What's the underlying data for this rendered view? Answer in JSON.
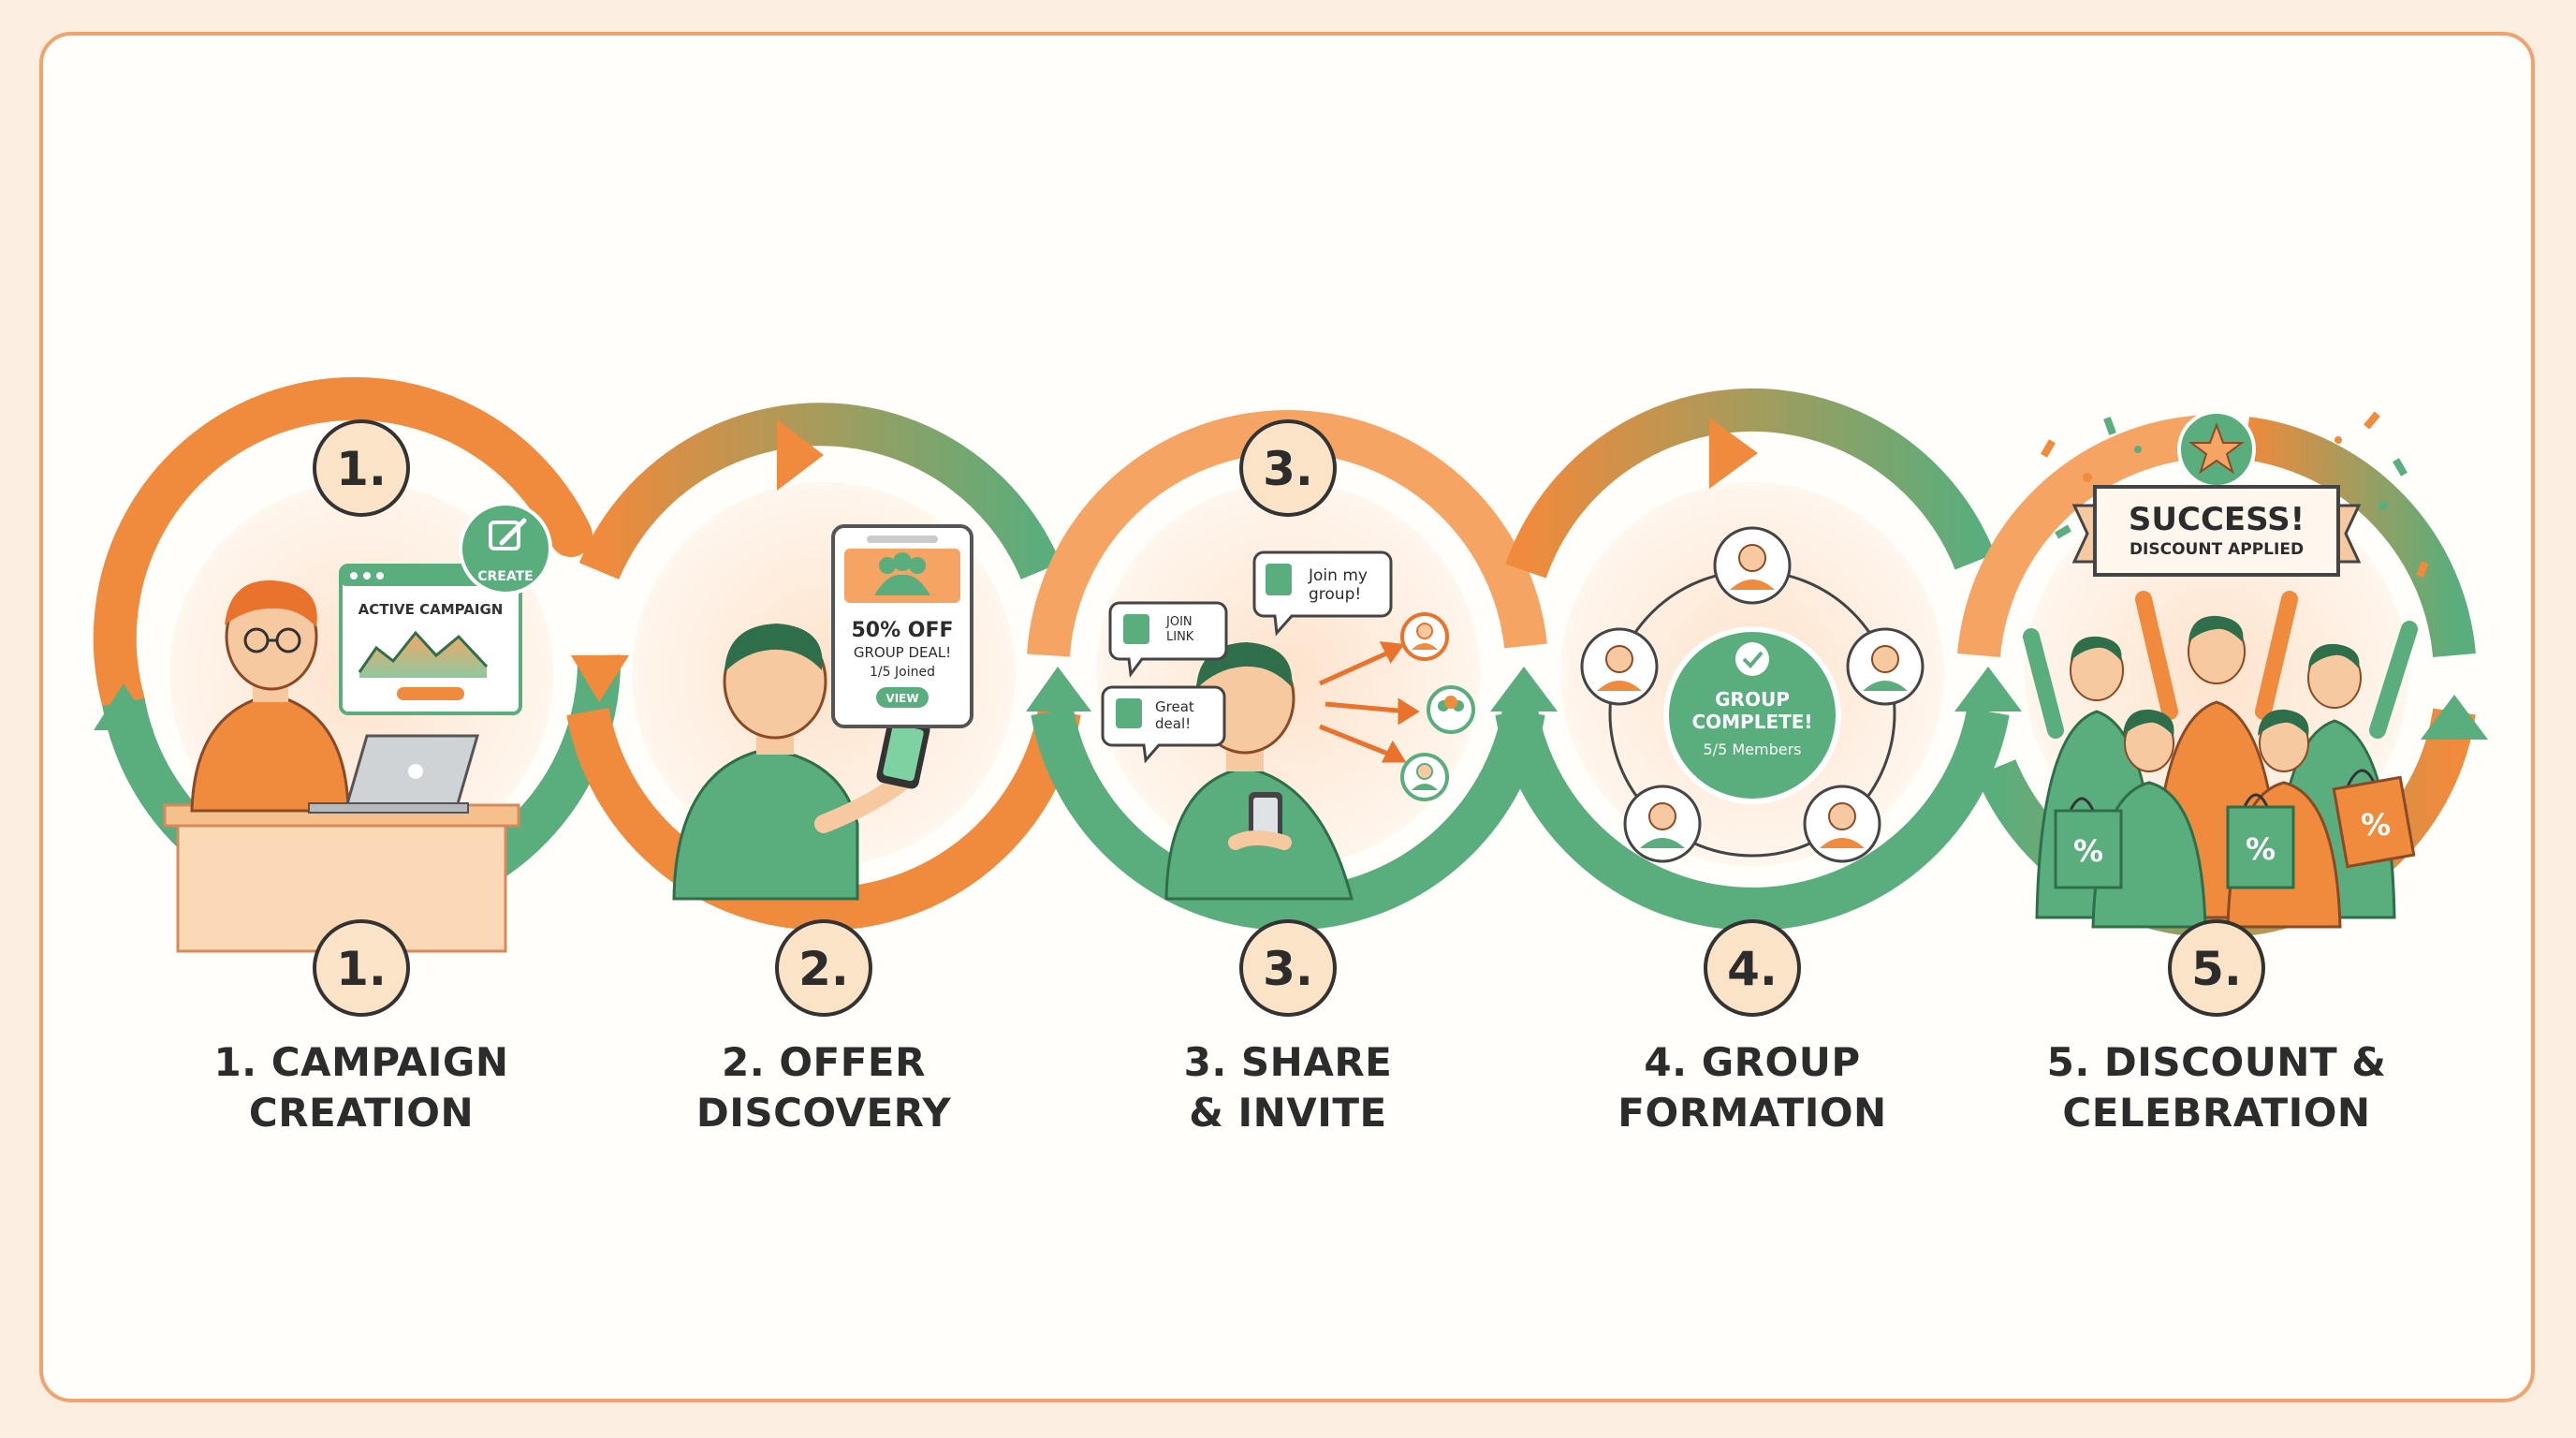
{
  "colors": {
    "orange": "#f08a3c",
    "green": "#5aad7c",
    "badge_fill": "#fbe3c8",
    "dark_text": "#2c2c2c",
    "frame": "#f2a36b"
  },
  "steps": [
    {
      "top_badge": "1.",
      "bottom_badge": "1.",
      "label_line1": "1. CAMPAIGN",
      "label_line2": "CREATION"
    },
    {
      "top_badge": "",
      "bottom_badge": "2.",
      "label_line1": "2. OFFER",
      "label_line2": "DISCOVERY"
    },
    {
      "top_badge": "3.",
      "bottom_badge": "3.",
      "label_line1": "3. SHARE",
      "label_line2": "& INVITE"
    },
    {
      "top_badge": "",
      "bottom_badge": "4.",
      "label_line1": "4. GROUP",
      "label_line2": "FORMATION"
    },
    {
      "top_badge": "",
      "bottom_badge": "5.",
      "label_line1": "5. DISCOUNT &",
      "label_line2": "CELEBRATION"
    }
  ],
  "step1": {
    "create_label": "CREATE",
    "dashboard_title": "ACTIVE CAMPAIGN",
    "icons": [
      "person-icon",
      "laptop-icon",
      "edit-icon"
    ]
  },
  "step2": {
    "offer_line1": "50% OFF",
    "offer_line2": "GROUP DEAL!",
    "offer_line3": "1/5 Joined",
    "view_label": "VIEW",
    "icons": [
      "group-icon",
      "phone-icon"
    ]
  },
  "step3": {
    "bubble_join": "Join my group!",
    "bubble_link": "JOIN LINK",
    "bubble_deal": "Great deal!",
    "icons": [
      "link-icon",
      "phone-icon",
      "arrow-icon"
    ]
  },
  "step4": {
    "center_line1": "GROUP",
    "center_line2": "COMPLETE!",
    "center_line3": "5/5 Members",
    "icons": [
      "check-icon",
      "avatar-icon"
    ]
  },
  "step5": {
    "banner_title": "SUCCESS!",
    "banner_sub": "DISCOUNT APPLIED",
    "bag_symbol": "%",
    "icons": [
      "star-icon",
      "shopping-bag-icon",
      "confetti-icon"
    ]
  }
}
